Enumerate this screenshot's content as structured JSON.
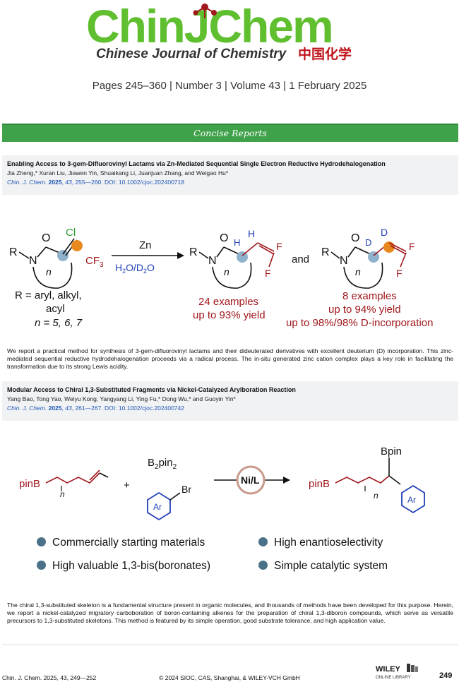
{
  "header": {
    "logo_text": "ChinJChem",
    "logo_subtitle": "Chinese Journal of Chemistry",
    "logo_chinese": "中国化学",
    "issue_line": "Pages 245–360 | Number 3 | Volume 43 | 1 February 2025"
  },
  "section": {
    "title": "Concise Reports"
  },
  "articles": [
    {
      "title": "Enabling Access to 3-gem-Difluorovinyl Lactams via Zn-Mediated Sequential Single Electron Reductive Hydrodehalogenation",
      "authors": "Jia Zheng,* Xuran Liu, Jiawen Yin, Shuaikang Li, Juanjuan Zhang, and Weigao Hu*",
      "cite_journal": "Chin. J. Chem.",
      "cite_year": "2025",
      "cite_volume": "43",
      "cite_rest": "255—260. DOI: 10.1002/cjoc.202400718",
      "abstract": "We report a practical method for synthesis of 3-gem-difluorovinyl lactams and their dideuterated derivatives with excellent deuterium (D) incorporation. This zinc-mediated sequential reductive hydrodehalogenation proceeds via a radical process. The in-situ generated zinc cation complex plays a key role in facilitating the transformation due to its strong Lewis acidity.",
      "graphic": {
        "reagent": "Zn",
        "solvent": "H2O/D2O",
        "conditions": "and",
        "r_def_1": "R = aryl, alkyl,",
        "r_def_2": "acyl",
        "n_def": "n = 5, 6, 7",
        "prod1_line1": "24 examples",
        "prod1_line2": "up to 93% yield",
        "prod2_line1": "8 examples",
        "prod2_line2": "up to 94% yield",
        "prod2_line3": "up to 98%/98% D-incorporation"
      }
    },
    {
      "title": "Modular Access to Chiral 1,3-Substituted Fragments via Nickel-Catalyzed Arylboration Reaction",
      "authors": "Yang Bao, Tong Yao, Weiyu Kong, Yangyang Li, Ying Fu,* Dong Wu,* and Guoyin Yin*",
      "cite_journal": "Chin. J. Chem.",
      "cite_year": "2025",
      "cite_volume": "43",
      "cite_rest": "261—267. DOI: 10.1002/cjoc.202400742",
      "abstract": "The chiral 1,3-substituted skeleton is a fundamental structure present in organic molecules, and thousands of methods have been developed for this purpose. Herein, we report a nickel-catalyzed migratory carboboration of boron-containing alkenes for the preparation of chiral 1,3-diboron compounds, which serve as versatile precursors to 1,3-substituted skeletons. This method is featured by its simple operation, good substrate tolerance, and high application value.",
      "graphic": {
        "catalyst": "Ni/L",
        "reagent": "B2pin2",
        "bullets": [
          "Commercially starting materials",
          "High enantioselectivity",
          "High valuable 1,3-bis(boronates)",
          "Simple catalytic system"
        ]
      }
    }
  ],
  "footer": {
    "left": "Chin. J. Chem. 2025, 43, 249—252",
    "center": "© 2024 SIOC, CAS, Shanghai, & WILEY-VCH GmbH",
    "publisher": "WILEY",
    "publisher_sub": "ONLINE LIBRARY",
    "page": "249"
  },
  "colors": {
    "green": "#3fa14a",
    "logo_green": "#5fbf2f",
    "accent_red": "#a0171c",
    "cite_blue": "#1f58b8",
    "orange": "#e8891f",
    "bluegray": "#8fb2cc"
  }
}
